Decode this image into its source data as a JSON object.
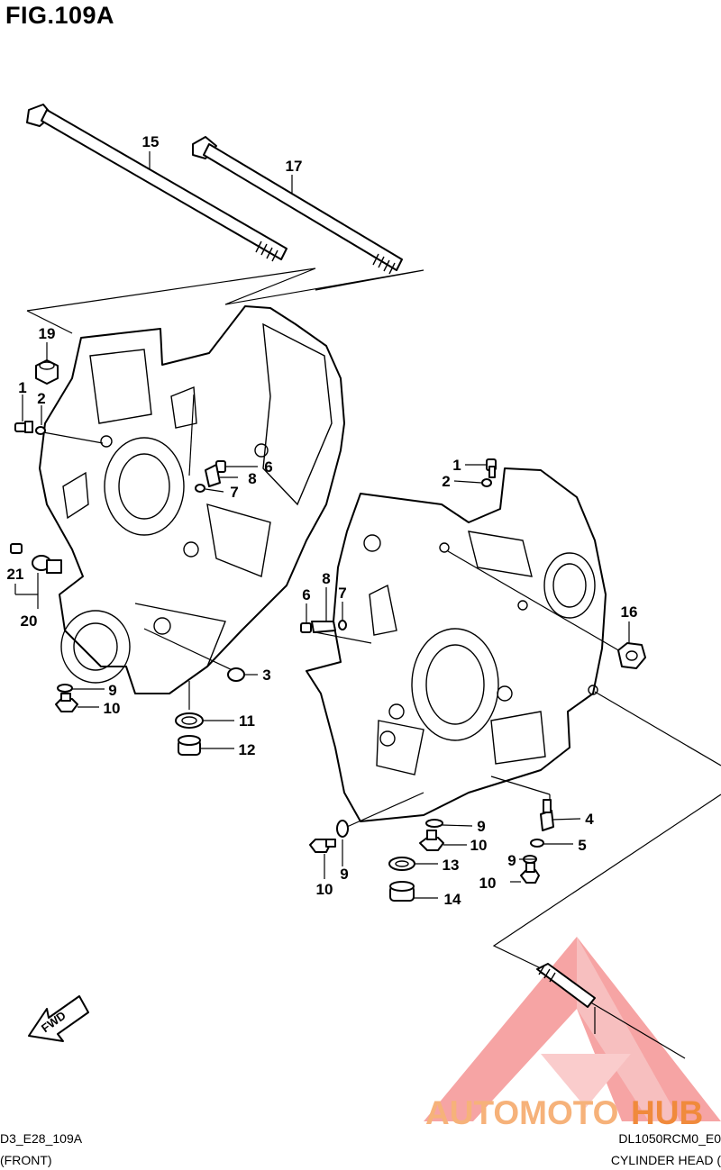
{
  "figure": {
    "title": "FIG.109A"
  },
  "parts": {
    "p1a": "1",
    "p1b": "1",
    "p2a": "2",
    "p2b": "2",
    "p3": "3",
    "p4": "4",
    "p5": "5",
    "p6a": "6",
    "p6b": "6",
    "p7a": "7",
    "p7b": "7",
    "p8a": "8",
    "p8b": "8",
    "p9a": "9",
    "p9b": "9",
    "p9c": "9",
    "p9d": "9",
    "p10a": "10",
    "p10b": "10",
    "p10c": "10",
    "p10d": "10",
    "p11": "11",
    "p12": "12",
    "p13": "13",
    "p14": "14",
    "p15": "15",
    "p16": "16",
    "p17": "17",
    "p19": "19",
    "p20": "20",
    "p21": "21"
  },
  "fwd_label": "FWD",
  "footer": {
    "left_code": "D3_E28_109A",
    "left_caption": "(FRONT)",
    "right_code": "DL1050RCM0_E0",
    "right_caption": "CYLINDER HEAD ("
  },
  "watermark": {
    "text_a": "AUTOMOTO",
    "text_b": "HUB",
    "color_a": "#f6b27a",
    "color_b": "#f08a3c",
    "triangle_color": "#ef5a5a"
  }
}
